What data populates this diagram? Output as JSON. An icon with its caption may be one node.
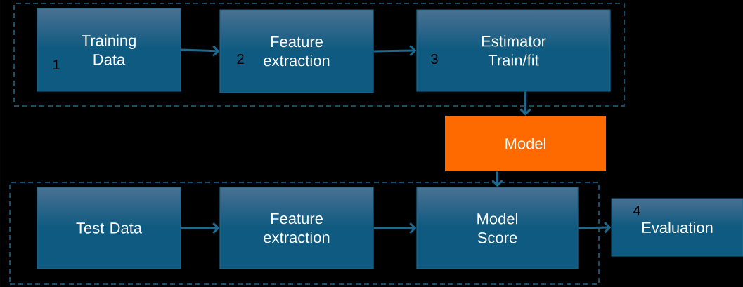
{
  "diagram": {
    "nodes": [
      {
        "text": [],
        "shape": "box"
      },
      {
        "text": [
          "Training Data"
        ],
        "in": 0
      },
      {
        "text": [
          "Feature extraction"
        ],
        "in": 0
      },
      {
        "text": [
          "Estimator Train/fit"
        ],
        "in": 0
      },
      {
        "text": [
          "Model"
        ]
      },
      {
        "text": [],
        "shape": "box"
      },
      {
        "text": [
          "Test Data"
        ],
        "in": 5
      },
      {
        "text": [
          "Feature extraction"
        ],
        "in": 5
      },
      {
        "text": [
          "Model Score"
        ],
        "in": 5
      },
      {
        "text": [
          "Evaluation"
        ]
      }
    ],
    "edges": [
      {
        "from": 1,
        "to": 2,
        "arrow": "to"
      },
      {
        "from": 2,
        "to": 3,
        "arrow": "to"
      },
      {
        "from": 3,
        "to": 4,
        "arrow": "to"
      },
      {
        "from": 4,
        "to": 8,
        "arrow": "to"
      },
      {
        "from": 6,
        "to": 7,
        "arrow": "to"
      },
      {
        "from": 7,
        "to": 8,
        "arrow": "to"
      },
      {
        "from": 8,
        "to": 9,
        "arrow": "to"
      }
    ],
    "labels": [
      "1",
      "2",
      "3",
      "4"
    ]
  }
}
